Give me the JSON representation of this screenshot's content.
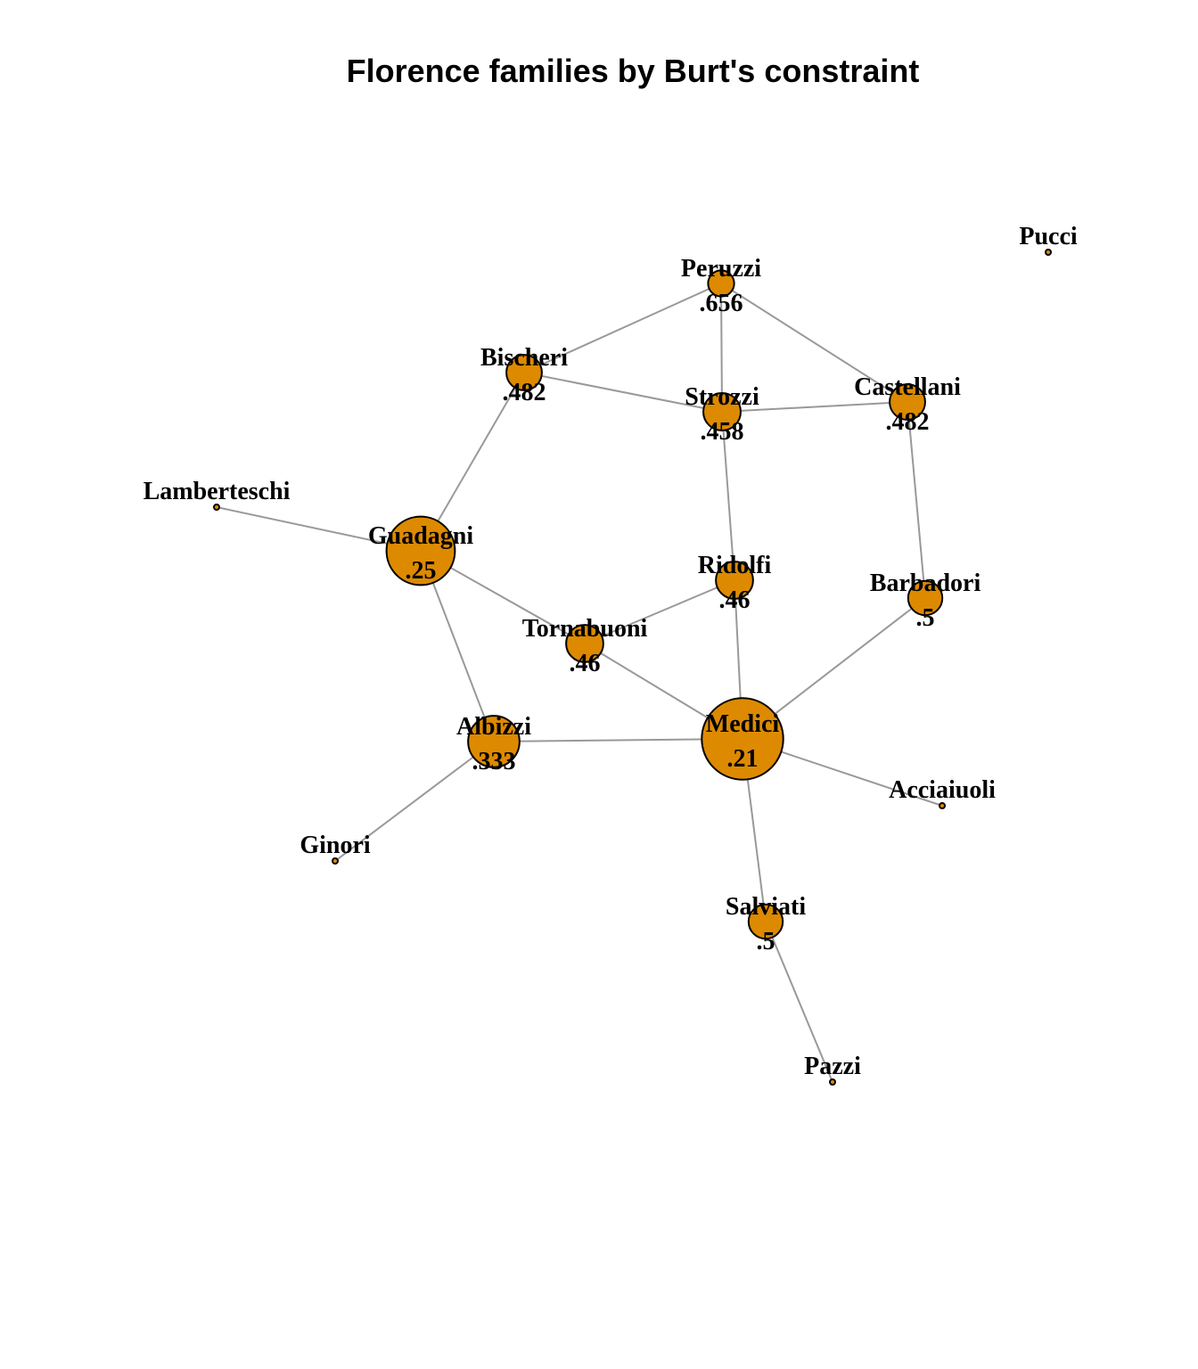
{
  "title": "Florence families by Burt's constraint",
  "colors": {
    "node_fill": "#dd8a00",
    "node_stroke": "#000000",
    "edge": "#999999",
    "label": "#000000"
  },
  "chart_data": {
    "type": "network",
    "title": "Florence families by Burt's constraint",
    "nodes": [
      {
        "id": "Peruzzi",
        "name": "Peruzzi",
        "constraint": ".656"
      },
      {
        "id": "Bischeri",
        "name": "Bischeri",
        "constraint": ".482"
      },
      {
        "id": "Strozzi",
        "name": "Strozzi",
        "constraint": ".458"
      },
      {
        "id": "Castellani",
        "name": "Castellani",
        "constraint": ".482"
      },
      {
        "id": "Guadagni",
        "name": "Guadagni",
        "constraint": ".25"
      },
      {
        "id": "Ridolfi",
        "name": "Ridolfi",
        "constraint": ".46"
      },
      {
        "id": "Barbadori",
        "name": "Barbadori",
        "constraint": ".5"
      },
      {
        "id": "Tornabuoni",
        "name": "Tornabuoni",
        "constraint": ".46"
      },
      {
        "id": "Albizzi",
        "name": "Albizzi",
        "constraint": ".333"
      },
      {
        "id": "Medici",
        "name": "Medici",
        "constraint": ".21"
      },
      {
        "id": "Salviati",
        "name": "Salviati",
        "constraint": ".5"
      },
      {
        "id": "Pucci",
        "name": "Pucci",
        "constraint": ""
      },
      {
        "id": "Lamberteschi",
        "name": "Lamberteschi",
        "constraint": ""
      },
      {
        "id": "Acciaiuoli",
        "name": "Acciaiuoli",
        "constraint": ""
      },
      {
        "id": "Ginori",
        "name": "Ginori",
        "constraint": ""
      },
      {
        "id": "Pazzi",
        "name": "Pazzi",
        "constraint": ""
      }
    ],
    "edges": [
      [
        "Peruzzi",
        "Bischeri"
      ],
      [
        "Peruzzi",
        "Strozzi"
      ],
      [
        "Peruzzi",
        "Castellani"
      ],
      [
        "Bischeri",
        "Strozzi"
      ],
      [
        "Bischeri",
        "Guadagni"
      ],
      [
        "Strozzi",
        "Castellani"
      ],
      [
        "Strozzi",
        "Ridolfi"
      ],
      [
        "Castellani",
        "Barbadori"
      ],
      [
        "Lamberteschi",
        "Guadagni"
      ],
      [
        "Guadagni",
        "Tornabuoni"
      ],
      [
        "Guadagni",
        "Albizzi"
      ],
      [
        "Ridolfi",
        "Tornabuoni"
      ],
      [
        "Ridolfi",
        "Medici"
      ],
      [
        "Tornabuoni",
        "Medici"
      ],
      [
        "Barbadori",
        "Medici"
      ],
      [
        "Albizzi",
        "Medici"
      ],
      [
        "Albizzi",
        "Ginori"
      ],
      [
        "Medici",
        "Acciaiuoli"
      ],
      [
        "Medici",
        "Salviati"
      ],
      [
        "Salviati",
        "Pazzi"
      ]
    ]
  }
}
